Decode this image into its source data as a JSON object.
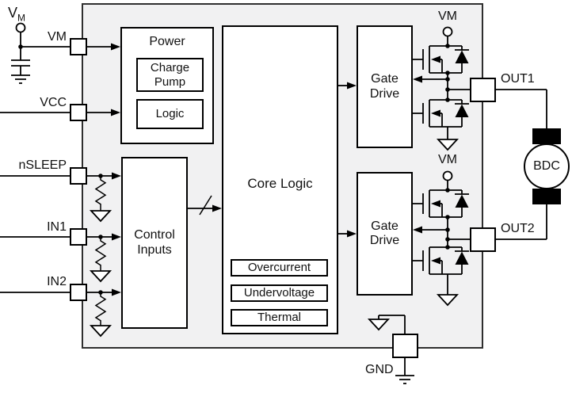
{
  "labels": {
    "supply_v": "V",
    "supply_v_sub": "M",
    "pin_vm": "VM",
    "pin_vcc": "VCC",
    "pin_nsleep": "nSLEEP",
    "pin_in1": "IN1",
    "pin_in2": "IN2",
    "pin_out1": "OUT1",
    "pin_out2": "OUT2",
    "pin_gnd": "GND",
    "rail_vm_1": "VM",
    "rail_vm_2": "VM"
  },
  "blocks": {
    "power": "Power",
    "charge_pump": "Charge Pump",
    "logic": "Logic",
    "control_inputs": "Control Inputs",
    "core_logic": "Core Logic",
    "overcurrent": "Overcurrent",
    "undervoltage": "Undervoltage",
    "thermal": "Thermal",
    "gate_drive_1": "Gate Drive",
    "gate_drive_2": "Gate Drive",
    "motor": "BDC"
  },
  "colors": {
    "chip_fill": "#f1f1f2",
    "chip_border": "#2f2f2f",
    "line": "#000000",
    "block_fill": "#ffffff"
  }
}
